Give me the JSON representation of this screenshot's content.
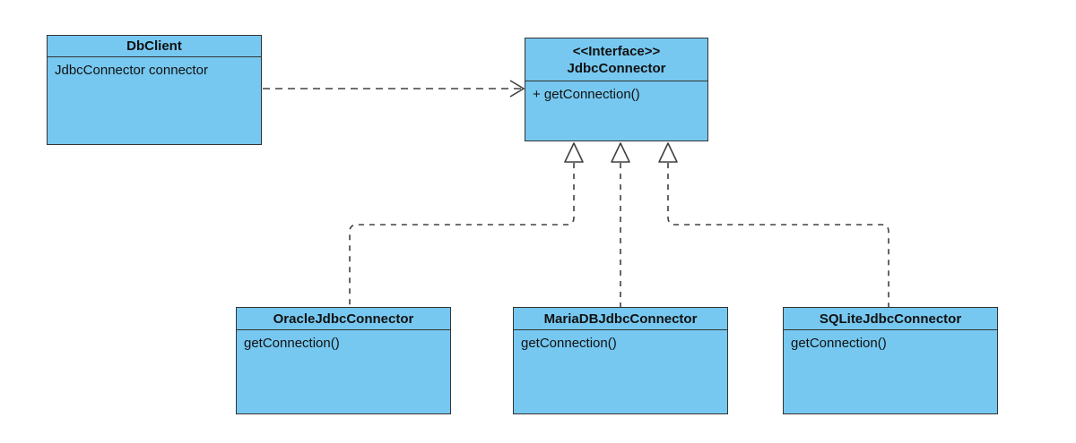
{
  "diagram": {
    "type": "uml-class-diagram",
    "background": "#ffffff",
    "colors": {
      "node_fill": "#76C8F0",
      "node_border": "#333333",
      "connector_line": "#404040",
      "triangle_fill": "#ffffff",
      "text": "#111111"
    },
    "nodes": {
      "db_client": {
        "title": "DbClient",
        "members": [
          "JdbcConnector connector"
        ]
      },
      "jdbc_connector": {
        "stereotype": "<<Interface>>",
        "title": "JdbcConnector",
        "members": [
          "+ getConnection()"
        ]
      },
      "oracle_jdbc_connector": {
        "title": "OracleJdbcConnector",
        "members": [
          "getConnection()"
        ]
      },
      "mariadb_jdbc_connector": {
        "title": "MariaDBJdbcConnector",
        "members": [
          "getConnection()"
        ]
      },
      "sqlite_jdbc_connector": {
        "title": "SQLiteJdbcConnector",
        "members": [
          "getConnection()"
        ]
      }
    },
    "relationships": [
      {
        "from": "DbClient",
        "to": "JdbcConnector",
        "type": "dependency",
        "style": "dashed-open-arrow"
      },
      {
        "from": "OracleJdbcConnector",
        "to": "JdbcConnector",
        "type": "realization",
        "style": "dashed-hollow-triangle"
      },
      {
        "from": "MariaDBJdbcConnector",
        "to": "JdbcConnector",
        "type": "realization",
        "style": "dashed-hollow-triangle"
      },
      {
        "from": "SQLiteJdbcConnector",
        "to": "JdbcConnector",
        "type": "realization",
        "style": "dashed-hollow-triangle"
      }
    ]
  }
}
